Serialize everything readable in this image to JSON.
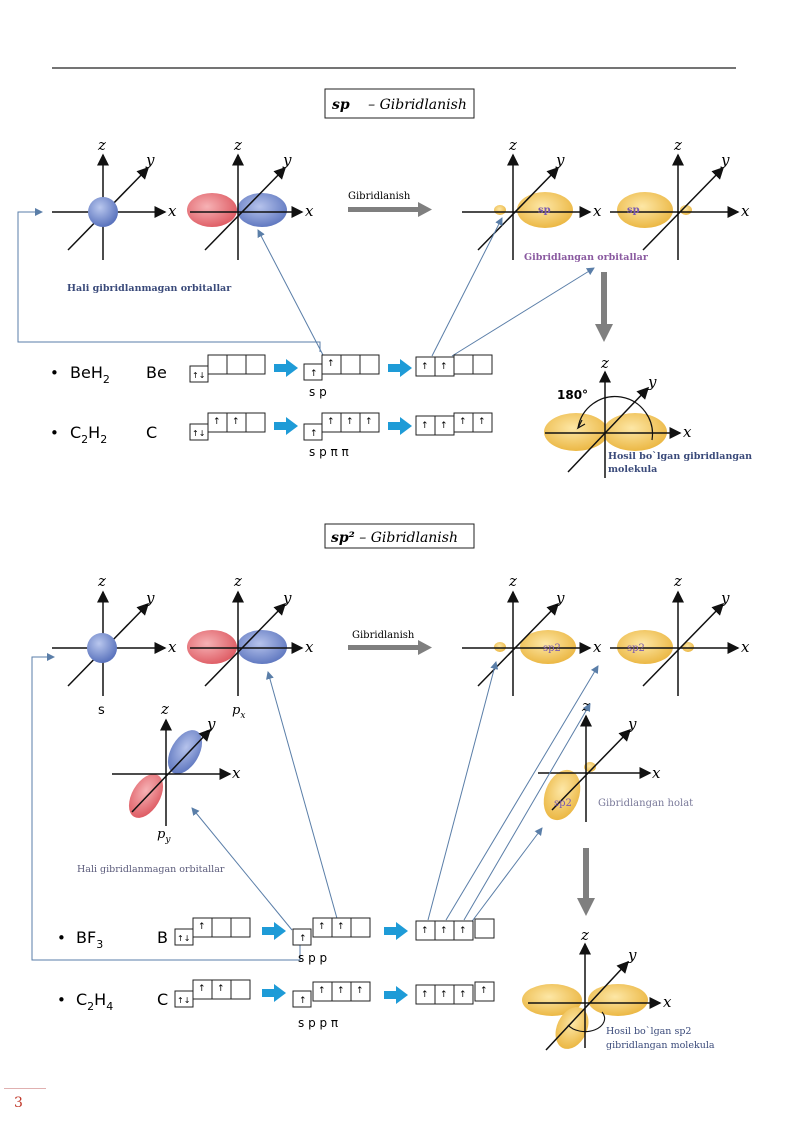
{
  "page_number": "3",
  "section1": {
    "title_bold": "sp",
    "title_rest": " – Gibridlanish",
    "axis_x": "x",
    "axis_y": "y",
    "axis_z": "z",
    "process_label": "Gibridlanish",
    "unhybridized_caption": "Hali gibridlanmagan orbitallar",
    "hybrid_caption": "Gibridlangan orbitallar",
    "lobe_label": "sp",
    "angle_label": "180°",
    "molecule_caption_1": "Hosil bo`lgan gibridlangan",
    "molecule_caption_2": "molekula",
    "rows": [
      {
        "bullet": "•",
        "formula_main": "BeH",
        "formula_sub": "2",
        "element": "Be",
        "box1": [
          "↑↓"
        ],
        "box1_p": [
          "",
          "",
          ""
        ],
        "box2": [
          "↑"
        ],
        "box2_p": [
          "↑",
          "",
          ""
        ],
        "box3": [
          "↑",
          "↑"
        ],
        "box3_p": [
          "",
          ""
        ],
        "labels": "s  p"
      },
      {
        "bullet": "•",
        "formula_main": "C",
        "formula_sub": "2",
        "formula_main2": "H",
        "formula_sub2": "2",
        "element": "C",
        "box1": [
          "↑↓"
        ],
        "box1_p": [
          "↑",
          "↑",
          ""
        ],
        "box2": [
          "↑"
        ],
        "box2_p": [
          "↑",
          "↑",
          "↑"
        ],
        "box3": [
          "↑",
          "↑"
        ],
        "box3_p": [
          "↑",
          "↑"
        ],
        "labels": "s  p  π  π"
      }
    ]
  },
  "section2": {
    "title_bold": "sp²",
    "title_rest": " – Gibridlanish",
    "process_label": "Gibridlanish",
    "s_label": "s",
    "px_main": "p",
    "px_sub": "x",
    "py_main": "p",
    "py_sub": "y",
    "unhybridized_caption": "Hali gibridlanmagan  orbitallar",
    "lobe_label": "sp2",
    "hybrid_state_caption": "Gibridlangan holat",
    "molecule_caption_1": "Hosil bo`lgan sp2",
    "molecule_caption_2": "gibridlangan molekula",
    "rows": [
      {
        "bullet": "•",
        "formula_main": "BF",
        "formula_sub": "3",
        "element": "B",
        "box1": [
          "↑↓"
        ],
        "box1_p": [
          "↑",
          "",
          ""
        ],
        "box2": [
          "↑"
        ],
        "box2_p": [
          "↑",
          "↑",
          ""
        ],
        "box3": [
          "↑",
          "↑",
          "↑"
        ],
        "box3_p": [
          ""
        ],
        "labels": "s  p  p"
      },
      {
        "bullet": "•",
        "formula_main": "C",
        "formula_sub": "2",
        "formula_main2": "H",
        "formula_sub2": "4",
        "element": "C",
        "box1": [
          "↑↓"
        ],
        "box1_p": [
          "↑",
          "↑",
          ""
        ],
        "box2": [
          "↑"
        ],
        "box2_p": [
          "↑",
          "↑",
          "↑"
        ],
        "box3": [
          "↑",
          "↑",
          "↑"
        ],
        "box3_p": [
          "↑"
        ],
        "labels": "s  p  p  π"
      }
    ]
  },
  "colors": {
    "s_orbital": "#6f86c9",
    "p_red": "#e8747a",
    "p_blue": "#6f86c9",
    "hybrid": "#f2c14e",
    "arrow_blue": "#1e9bd7",
    "thin_arrow": "#5a7ea8",
    "big_arrow": "#7f7f7f",
    "caption_purple": "#8a5aa0",
    "caption_navy": "#3a4a7a"
  }
}
